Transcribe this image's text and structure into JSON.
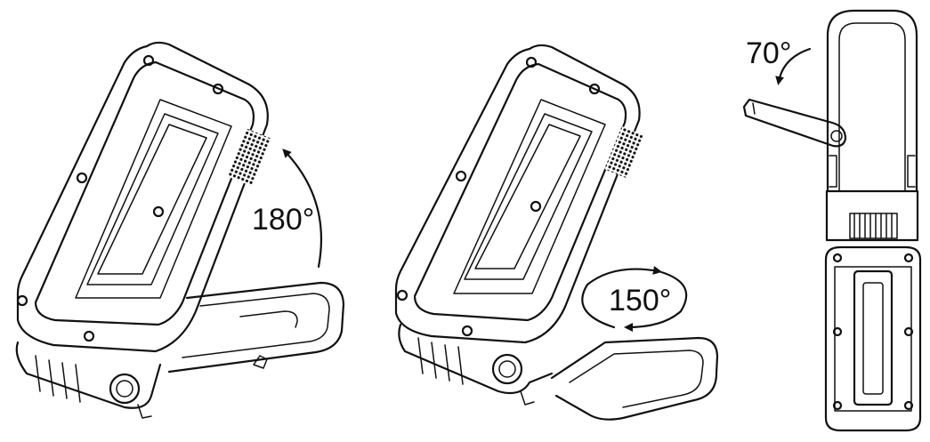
{
  "figures": [
    {
      "angle_label": "180°"
    },
    {
      "angle_label": "150°"
    },
    {
      "angle_label": "70°"
    }
  ]
}
